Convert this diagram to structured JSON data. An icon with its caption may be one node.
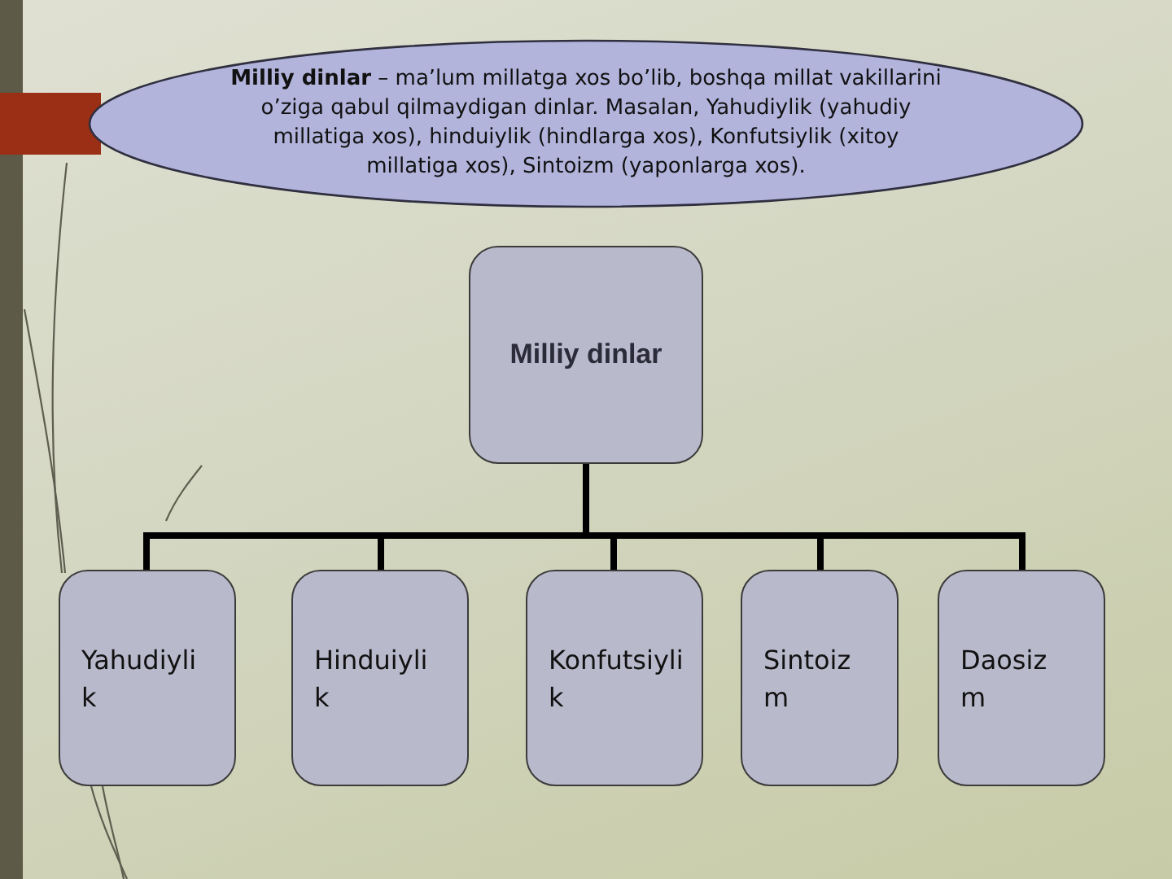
{
  "diagram": {
    "nodes": [
      {
        "text": [
          "**Milliy dinlar** – ma’lum millatga xos bo’lib, boshqa millat vakillarini o’ziga qabul qilmaydigan dinlar. Masalan, Yahudiylik (yahudiy millatiga xos), hinduiylik (hindlarga xos), Konfutsiylik (xitoy millatiga xos), Sintoizm (yaponlarga xos)."
        ]
      },
      {
        "text": [
          "Milliy dinlar"
        ]
      },
      {
        "text": [
          "Yahudiylik"
        ]
      },
      {
        "text": [
          "Hinduiylik"
        ]
      },
      {
        "text": [
          "Konfutsiylik"
        ]
      },
      {
        "text": [
          "Sintoizm"
        ]
      },
      {
        "text": [
          "Daosizm"
        ]
      }
    ],
    "edges": [
      {
        "from": 1,
        "to": 2,
        "arrow": "none"
      },
      {
        "from": 1,
        "to": 3,
        "arrow": "none"
      },
      {
        "from": 1,
        "to": 4,
        "arrow": "none"
      },
      {
        "from": 1,
        "to": 5,
        "arrow": "none"
      },
      {
        "from": 1,
        "to": 6,
        "arrow": "none"
      }
    ]
  }
}
